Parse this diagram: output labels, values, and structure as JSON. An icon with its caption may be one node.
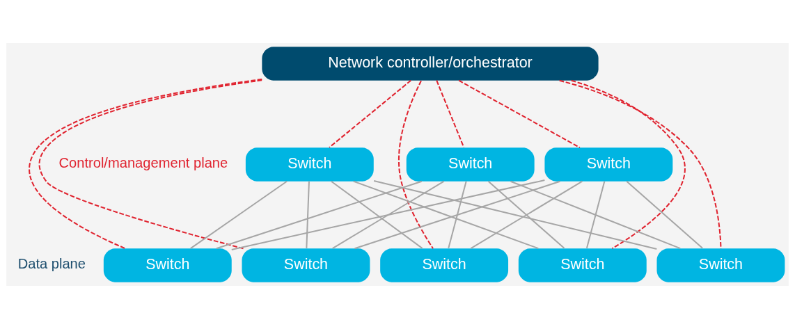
{
  "diagram": {
    "nodes": [
      {
        "text": [
          "Network controller/orchestrator"
        ]
      },
      {
        "text": [
          "Switch"
        ]
      },
      {
        "text": [
          "Switch"
        ]
      },
      {
        "text": [
          "Switch"
        ]
      },
      {
        "text": [
          "Switch"
        ]
      },
      {
        "text": [
          "Switch"
        ]
      },
      {
        "text": [
          "Switch"
        ]
      },
      {
        "text": [
          "Switch"
        ]
      },
      {
        "text": [
          "Switch"
        ]
      }
    ],
    "edges": [
      {
        "from": 0,
        "to": 4,
        "arrow": "none",
        "style": "dashed",
        "color": "#e0232f"
      },
      {
        "from": 0,
        "to": 1,
        "arrow": "none",
        "style": "dashed",
        "color": "#e0232f"
      },
      {
        "from": 0,
        "to": 5,
        "arrow": "none",
        "style": "dashed",
        "color": "#e0232f"
      },
      {
        "from": 0,
        "to": 6,
        "arrow": "none",
        "style": "dashed",
        "color": "#e0232f"
      },
      {
        "from": 0,
        "to": 2,
        "arrow": "none",
        "style": "dashed",
        "color": "#e0232f"
      },
      {
        "from": 0,
        "to": 7,
        "arrow": "none",
        "style": "dashed",
        "color": "#e0232f"
      },
      {
        "from": 0,
        "to": 3,
        "arrow": "none",
        "style": "dashed",
        "color": "#e0232f"
      },
      {
        "from": 0,
        "to": 8,
        "arrow": "none",
        "style": "dashed",
        "color": "#e0232f"
      },
      {
        "from": 1,
        "to": 4,
        "arrow": "none"
      },
      {
        "from": 1,
        "to": 5,
        "arrow": "none"
      },
      {
        "from": 1,
        "to": 6,
        "arrow": "none"
      },
      {
        "from": 1,
        "to": 7,
        "arrow": "none"
      },
      {
        "from": 1,
        "to": 8,
        "arrow": "none"
      },
      {
        "from": 2,
        "to": 4,
        "arrow": "none"
      },
      {
        "from": 2,
        "to": 5,
        "arrow": "none"
      },
      {
        "from": 2,
        "to": 6,
        "arrow": "none"
      },
      {
        "from": 2,
        "to": 7,
        "arrow": "none"
      },
      {
        "from": 2,
        "to": 8,
        "arrow": "none"
      },
      {
        "from": 3,
        "to": 4,
        "arrow": "none"
      },
      {
        "from": 3,
        "to": 5,
        "arrow": "none"
      },
      {
        "from": 3,
        "to": 6,
        "arrow": "none"
      },
      {
        "from": 3,
        "to": 7,
        "arrow": "none"
      },
      {
        "from": 3,
        "to": 8,
        "arrow": "none"
      }
    ],
    "labels": [
      "Control/management plane",
      "Data plane"
    ]
  }
}
